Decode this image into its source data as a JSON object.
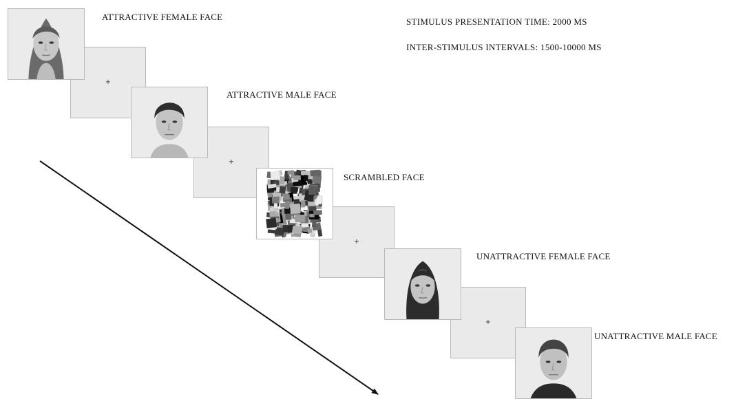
{
  "info": {
    "presentation_time": "STIMULUS PRESENTATION TIME: 2000 MS",
    "isi": "INTER-STIMULUS INTERVALS: 1500-10000 MS"
  },
  "labels": {
    "attractive_female": "ATTRACTIVE FEMALE FACE",
    "attractive_male": "ATTRACTIVE MALE FACE",
    "scrambled": "SCRAMBLED FACE",
    "unattractive_female": "UNATTRACTIVE FEMALE FACE",
    "unattractive_male": "UNATTRACTIVE MALE FACE"
  },
  "fixation_symbol": "+",
  "colors": {
    "panel_background": "#eaeaea",
    "panel_border": "#b9b9b9",
    "arrow": "#111111"
  }
}
